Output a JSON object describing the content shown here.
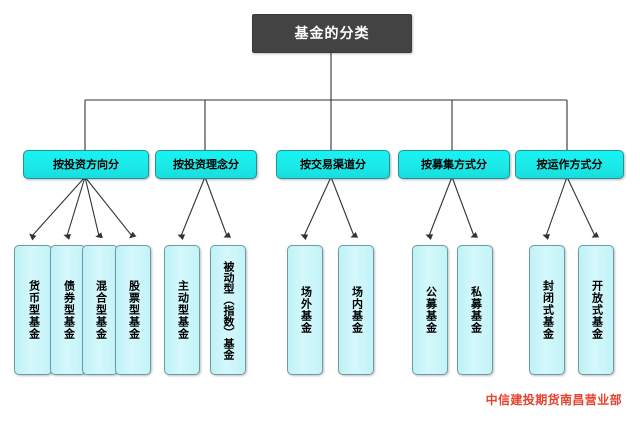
{
  "diagram": {
    "root": {
      "label": "基金的分类"
    },
    "categories": [
      {
        "label": "按投资方向分"
      },
      {
        "label": "按投资理念分"
      },
      {
        "label": "按交易渠道分"
      },
      {
        "label": "按募集方式分"
      },
      {
        "label": "按运作方式分"
      }
    ],
    "leaves": [
      {
        "label": "货币型基金"
      },
      {
        "label": "债券型基金"
      },
      {
        "label": "混合型基金"
      },
      {
        "label": "股票型基金"
      },
      {
        "label": "主动型基金"
      },
      {
        "label": "被动型（指数）基金"
      },
      {
        "label": "场外基金"
      },
      {
        "label": "场内基金"
      },
      {
        "label": "公募基金"
      },
      {
        "label": "私募基金"
      },
      {
        "label": "封闭式基金"
      },
      {
        "label": "开放式基金"
      }
    ],
    "watermark": "中信建投期货南昌营业部",
    "colors": {
      "root_fill": "#434343",
      "root_text": "#ffffff",
      "category_fill": "#16f0f0",
      "leaf_fill": "#caf5f8",
      "connector": "#333333",
      "watermark_text": "#e8422f"
    }
  }
}
